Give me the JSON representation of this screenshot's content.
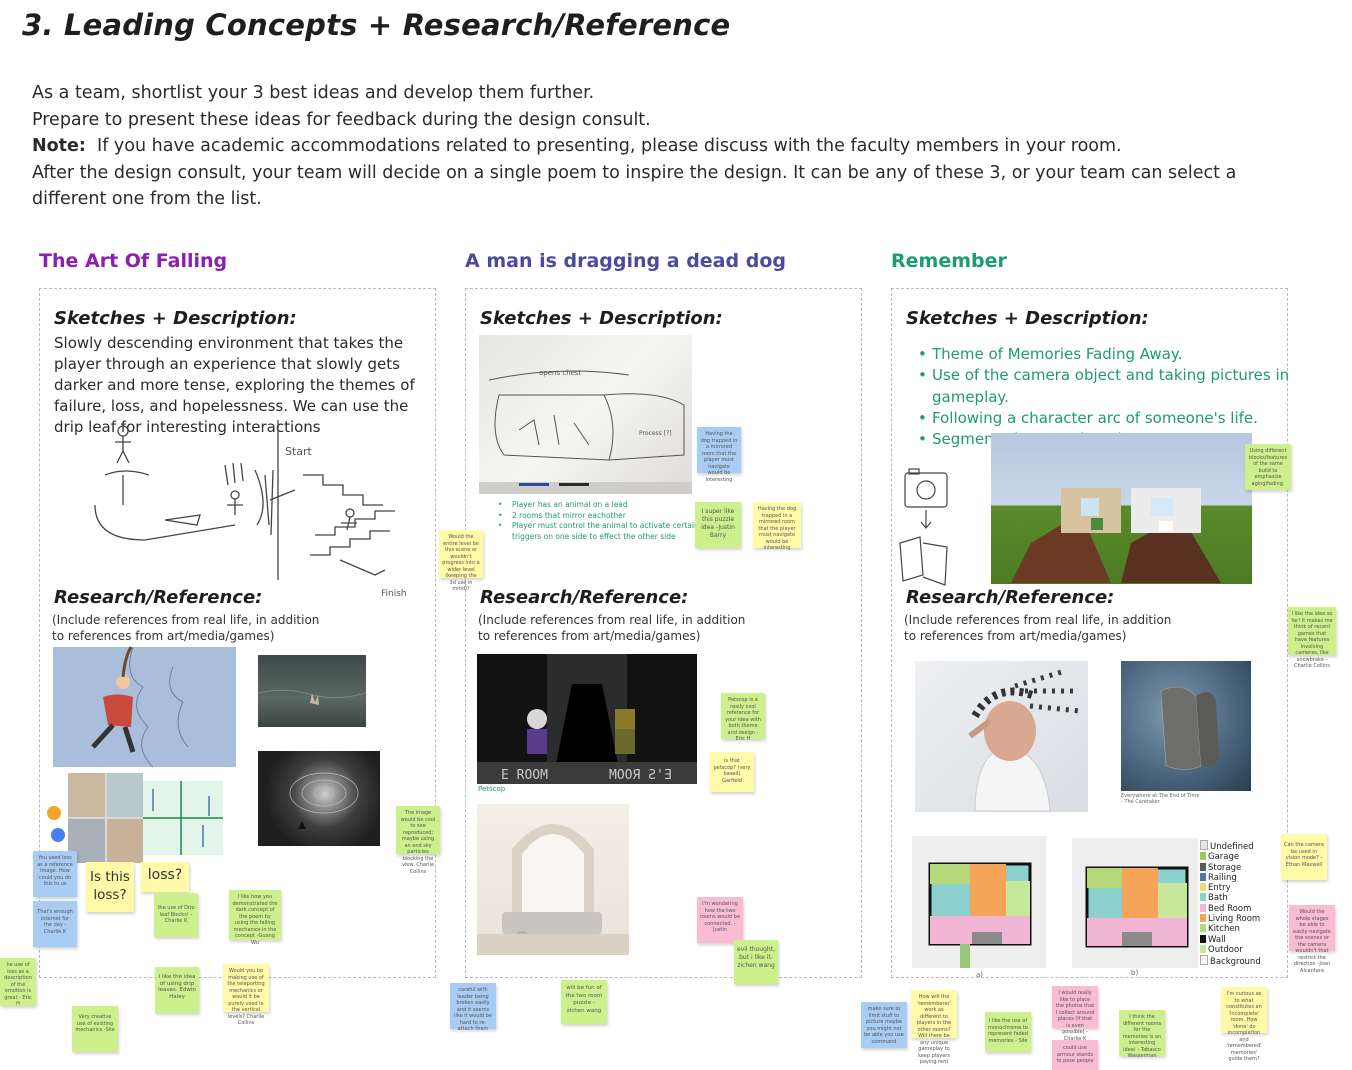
{
  "page": {
    "title": "3. Leading Concepts + Research/Reference",
    "intro": {
      "line1": "As a team, shortlist your 3 best ideas and develop them further.",
      "line2": "Prepare to present these ideas for feedback during the design consult.",
      "note_label": "Note:",
      "note_text": "If you have academic accommodations related to presenting, please discuss with the faculty members in your room.",
      "line4": "After the design consult, your team will decide on a single poem to inspire the design.  It can be any of these 3, or your team can select a different one from the list."
    }
  },
  "colors": {
    "purple": "#8b1fb0",
    "indigo": "#4a4aa0",
    "teal": "#1e9a74"
  },
  "concepts": [
    {
      "title": "The Art Of Falling",
      "sketch_heading": "Sketches + Description:",
      "description": "Slowly descending environment that takes the player through an experience that slowly gets darker and more tense, exploring the themes of failure, loss, and hopelessness. We can use the drip leaf for interesting interactions",
      "sketch_labels": {
        "start": "Start",
        "finish": "Finish"
      },
      "research_heading": "Research/Reference:",
      "research_sub": "(Include references from real life, in addition to references from art/media/games)"
    },
    {
      "title": "A man is dragging a dead dog",
      "sketch_heading": "Sketches + Description:",
      "whiteboard_labels": {
        "a": "opens chest",
        "b": "Process [?]"
      },
      "bullets": [
        "Player has an animal on a lead",
        "2 rooms that mirror eachother",
        "Player must control the animal to activate certain triggers on one side to effect the other side"
      ],
      "research_heading": "Research/Reference:",
      "research_sub": "(Include references from real life, in addition to references from art/media/games)",
      "ref_caption": "Petscop",
      "game_text": {
        "left": "E ROOM",
        "right": "MOOЯ Ƨ'Ǝ"
      }
    },
    {
      "title": "Remember",
      "sketch_heading": "Sketches + Description:",
      "bullets": [
        "Theme of Memories Fading Away.",
        "Use of the camera object and taking pictures in gameplay.",
        "Following a character arc of someone's life.",
        "Segmented rooms that show progress"
      ],
      "research_heading": "Research/Reference:",
      "research_sub": "(Include references from real life, in addition to references from art/media/games)",
      "ref_caption": "Everywhere at The End of Time\n- The Caretaker",
      "floorplan_legend": [
        "Undefined",
        "Garage",
        "Storage",
        "Railing",
        "Entry",
        "Bath",
        "Bed Room",
        "Living Room",
        "Kitchen",
        "Wall",
        "Outdoor",
        "Background"
      ],
      "floorplan_captions": [
        "a)",
        "b)"
      ]
    }
  ],
  "stickies": {
    "is_this": "Is this loss?",
    "loss": "loss?",
    "n1": "You used loss as a reference image. How could you do this to us",
    "n2": "That's enough internet for the day -Charlie K",
    "n3": "the use of Drip leaf Blocks! -Charlie K",
    "n4": "I like how you demonstrated the dark concept of the poem by using the falling mechanics in the concept -Guang Wu",
    "n5": "I like the idea of using drip leaves. Edwin Haley",
    "n6": "Would you be making use of the teleporting mechanics or would it be purely used in the vertical levels? Charlie Collins",
    "n7": "Very creative use of existing mechanics -Sile",
    "n8": "he use of loss as a description of the emotion is great - Eric H",
    "n9": "The image would be cool to see reproduced; maybe using an end sky particles blocking the view. Charlie Collins",
    "n10": "Would the entire level be this scene or wouldn't progress into a wider level (keeping the 3d use in mind)?",
    "n11": "I super like this puzzle idea -Justin Barry",
    "n12": "Having the dog trapped in a mirrored room that the player must navigate would be interesting",
    "n13": "Petscop is a really cool reference for your idea with both theme and design - Eric H",
    "n14": "is that petscop? (very based) Garfield",
    "n15": "I'm wondering how the two rooms would be connected. -Justin",
    "n16": "evil thought, but i like it- zichen wang",
    "n17": "will be fun of the two room puzzle - zichen wang",
    "n18": "careful with leader being broken easily and it seems like it would be hard to re-attach them",
    "n19": "Using different blocks/features of the same build to emphasize aging/fading.",
    "n20": "I like the idea so far! It makes me think of recent games that have features involving cameras, like snowbrake -Charlie Collins",
    "n21": "Can the camera be used in vision mode? -Ethan Maxwell",
    "n22": "Would the whole stages be able to easily navigate the scenes or the camera wouldn't that restrict the direction -Joan Alcantara",
    "n23": "make sure to limit stuff to picture maybe you might not be able you use command",
    "n24": "How will the 'rememberer' work as different to players in the other rooms? Will there be any unique gameplay to keep players paying rent",
    "n25": "I like the use of monochrome to represent faded memories - Sile",
    "n26": "I would really like to place the photos that I collect around places (if that is even possible) -Charlie K",
    "n27": "could use armour stands to pose people",
    "n28": "I think the different rooms for the memories is an interesting idea! - Tabasco Wasserman",
    "n29": "I'm curious as to what constitutes an 'incomplete' room. How 'done' do incompletion and 'remembered' memories' guide them?"
  }
}
